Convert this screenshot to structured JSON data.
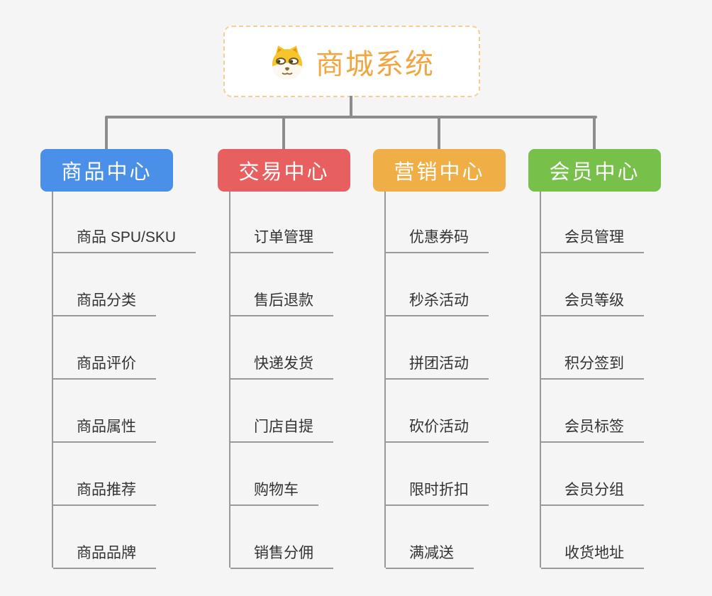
{
  "root": {
    "title": "商城系统",
    "icon": "dog-face-icon",
    "title_color": "#f0a743",
    "border_color": "#f4ce93"
  },
  "connector_color": "#8c8c8c",
  "branches": [
    {
      "label": "商品中心",
      "color": "#4b90e8",
      "children": [
        "商品 SPU/SKU",
        "商品分类",
        "商品评价",
        "商品属性",
        "商品推荐",
        "商品品牌"
      ]
    },
    {
      "label": "交易中心",
      "color": "#e7605f",
      "children": [
        "订单管理",
        "售后退款",
        "快递发货",
        "门店自提",
        "购物车",
        "销售分佣"
      ]
    },
    {
      "label": "营销中心",
      "color": "#efaf46",
      "children": [
        "优惠券码",
        "秒杀活动",
        "拼团活动",
        "砍价活动",
        "限时折扣",
        "满减送"
      ]
    },
    {
      "label": "会员中心",
      "color": "#77c14a",
      "children": [
        "会员管理",
        "会员等级",
        "积分签到",
        "会员标签",
        "会员分组",
        "收货地址"
      ]
    }
  ]
}
